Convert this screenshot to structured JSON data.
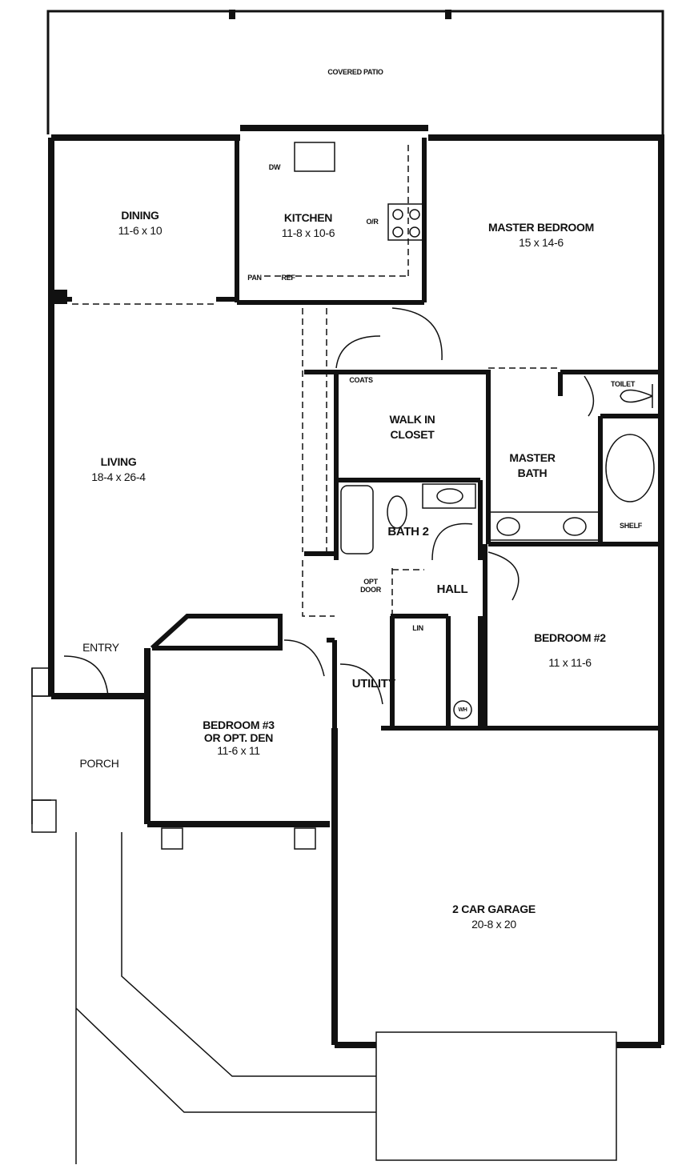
{
  "rooms": {
    "patio": {
      "name": "COVERED PATIO"
    },
    "dining": {
      "name": "DINING",
      "size": "11-6 x 10"
    },
    "kitchen": {
      "name": "KITCHEN",
      "size": "11-8 x 10-6"
    },
    "master_bedroom": {
      "name": "MASTER BEDROOM",
      "size": "15 x 14-6"
    },
    "living": {
      "name": "LIVING",
      "size": "18-4 x 26-4"
    },
    "walk_in_closet": {
      "name": "WALK IN",
      "name2": "CLOSET"
    },
    "master_bath": {
      "name": "MASTER",
      "name2": "BATH"
    },
    "bath2": {
      "name": "BATH 2"
    },
    "hall": {
      "name": "HALL"
    },
    "bedroom2": {
      "name": "BEDROOM #2",
      "size": "11 x 11-6"
    },
    "utility": {
      "name": "UTILITY"
    },
    "entry": {
      "name": "ENTRY"
    },
    "porch": {
      "name": "PORCH"
    },
    "bedroom3": {
      "name": "BEDROOM #3",
      "name2": "OR OPT. DEN",
      "size": "11-6 x 11"
    },
    "garage": {
      "name": "2 CAR GARAGE",
      "size": "20-8 x 20"
    }
  },
  "fixtures": {
    "dw": "DW",
    "or": "O/R",
    "pan": "PAN",
    "ref": "REF",
    "coats": "COATS",
    "toilet": "TOILET",
    "shelf": "SHELF",
    "opt_door": "OPT",
    "opt_door2": "DOOR",
    "lin": "LIN",
    "wh": "WH"
  }
}
